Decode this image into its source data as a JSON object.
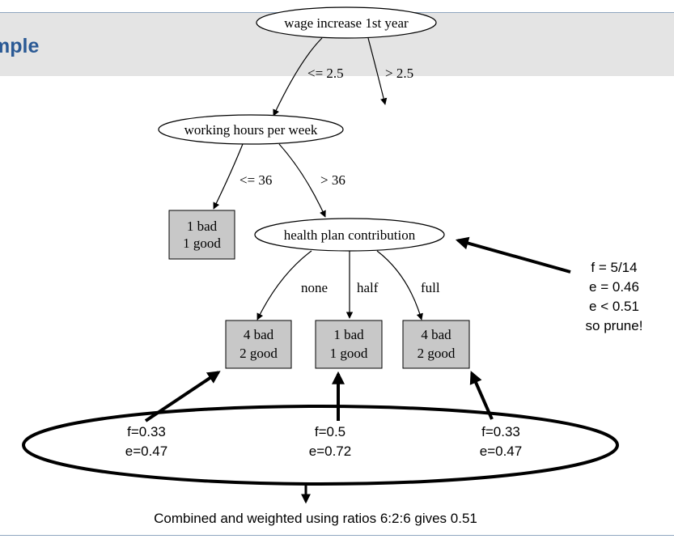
{
  "slide": {
    "title_fragment": "mple",
    "accent_color": "#2b5a95"
  },
  "tree": {
    "root": "wage increase 1st year",
    "root_edges": {
      "left": "<= 2.5",
      "right": "> 2.5"
    },
    "node_hours": "working hours per week",
    "hours_edges": {
      "left": "<= 36",
      "right": "> 36"
    },
    "leaf_hours": {
      "line1": "1 bad",
      "line2": "1 good"
    },
    "node_health": "health plan contribution",
    "health_edges": {
      "none": "none",
      "half": "half",
      "full": "full"
    },
    "leaf_none": {
      "line1": "4 bad",
      "line2": "2 good"
    },
    "leaf_half": {
      "line1": "1 bad",
      "line2": "1 good"
    },
    "leaf_full": {
      "line1": "4 bad",
      "line2": "2 good"
    }
  },
  "annotations": {
    "prune_note": {
      "line1": "f = 5/14",
      "line2": "e = 0.46",
      "line3": "e < 0.51",
      "line4": "so prune!"
    },
    "leaf_stats": [
      {
        "f": "f=0.33",
        "e": "e=0.47"
      },
      {
        "f": "f=0.5",
        "e": "e=0.72"
      },
      {
        "f": "f=0.33",
        "e": "e=0.47"
      }
    ],
    "combined": "Combined and weighted using ratios 6:2:6 gives 0.51"
  },
  "colors": {
    "leaf_fill": "#c8c8c8",
    "band": "#e4e4e4",
    "rule": "#8fa6bf"
  }
}
